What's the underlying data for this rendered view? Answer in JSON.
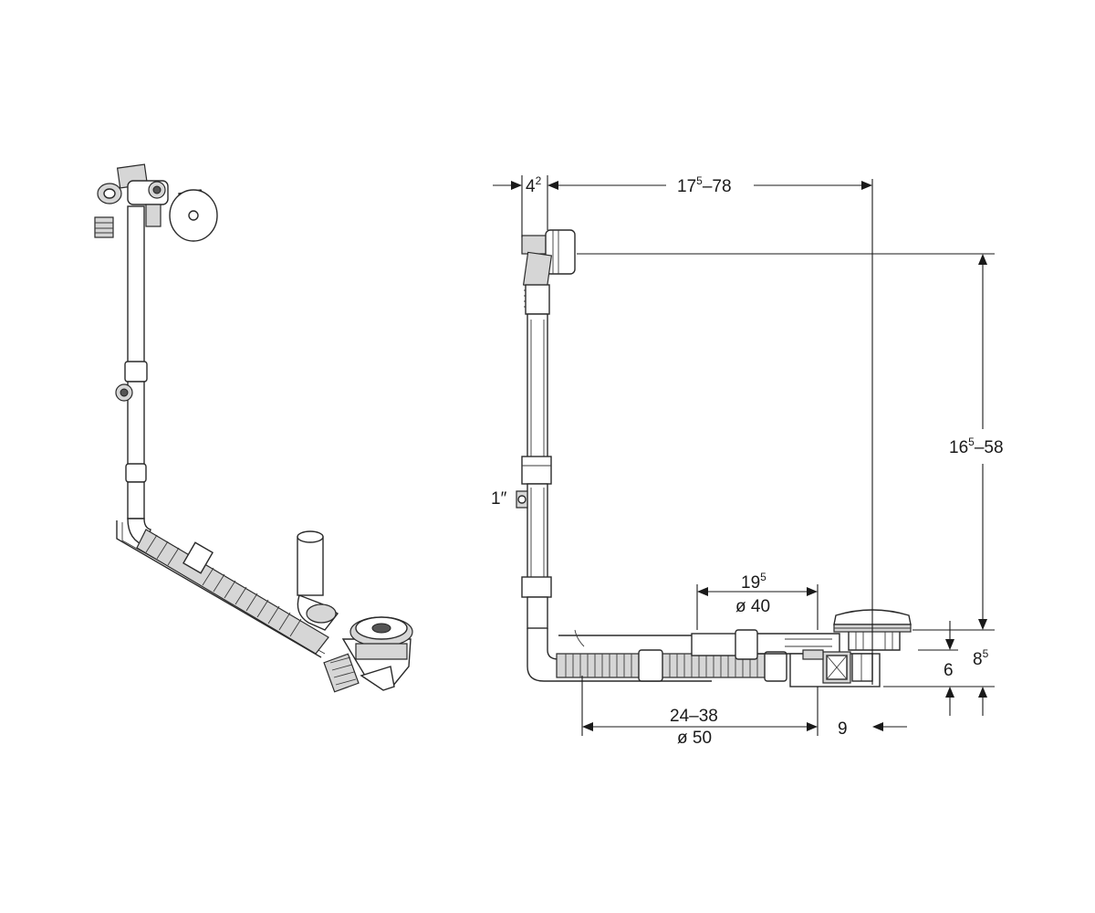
{
  "dimensions": {
    "overflow_offset": {
      "base": "4",
      "sup": "2"
    },
    "horizontal_span": {
      "base": "17",
      "sup": "5",
      "rest": "–78"
    },
    "vertical_span": {
      "base": "16",
      "sup": "5",
      "rest": "–58"
    },
    "thread_size": "1″",
    "waste_pipe_offset": {
      "base": "19",
      "sup": "5"
    },
    "waste_pipe_dia": "ø 40",
    "hose_length": "24–38",
    "hose_dia": "ø 50",
    "drain_setback": "9",
    "trap_height": "6",
    "total_height": {
      "base": "8",
      "sup": "5"
    }
  },
  "colors": {
    "line": "#2a2a2a",
    "part_fill": "#d6d6d6",
    "background": "#ffffff"
  }
}
